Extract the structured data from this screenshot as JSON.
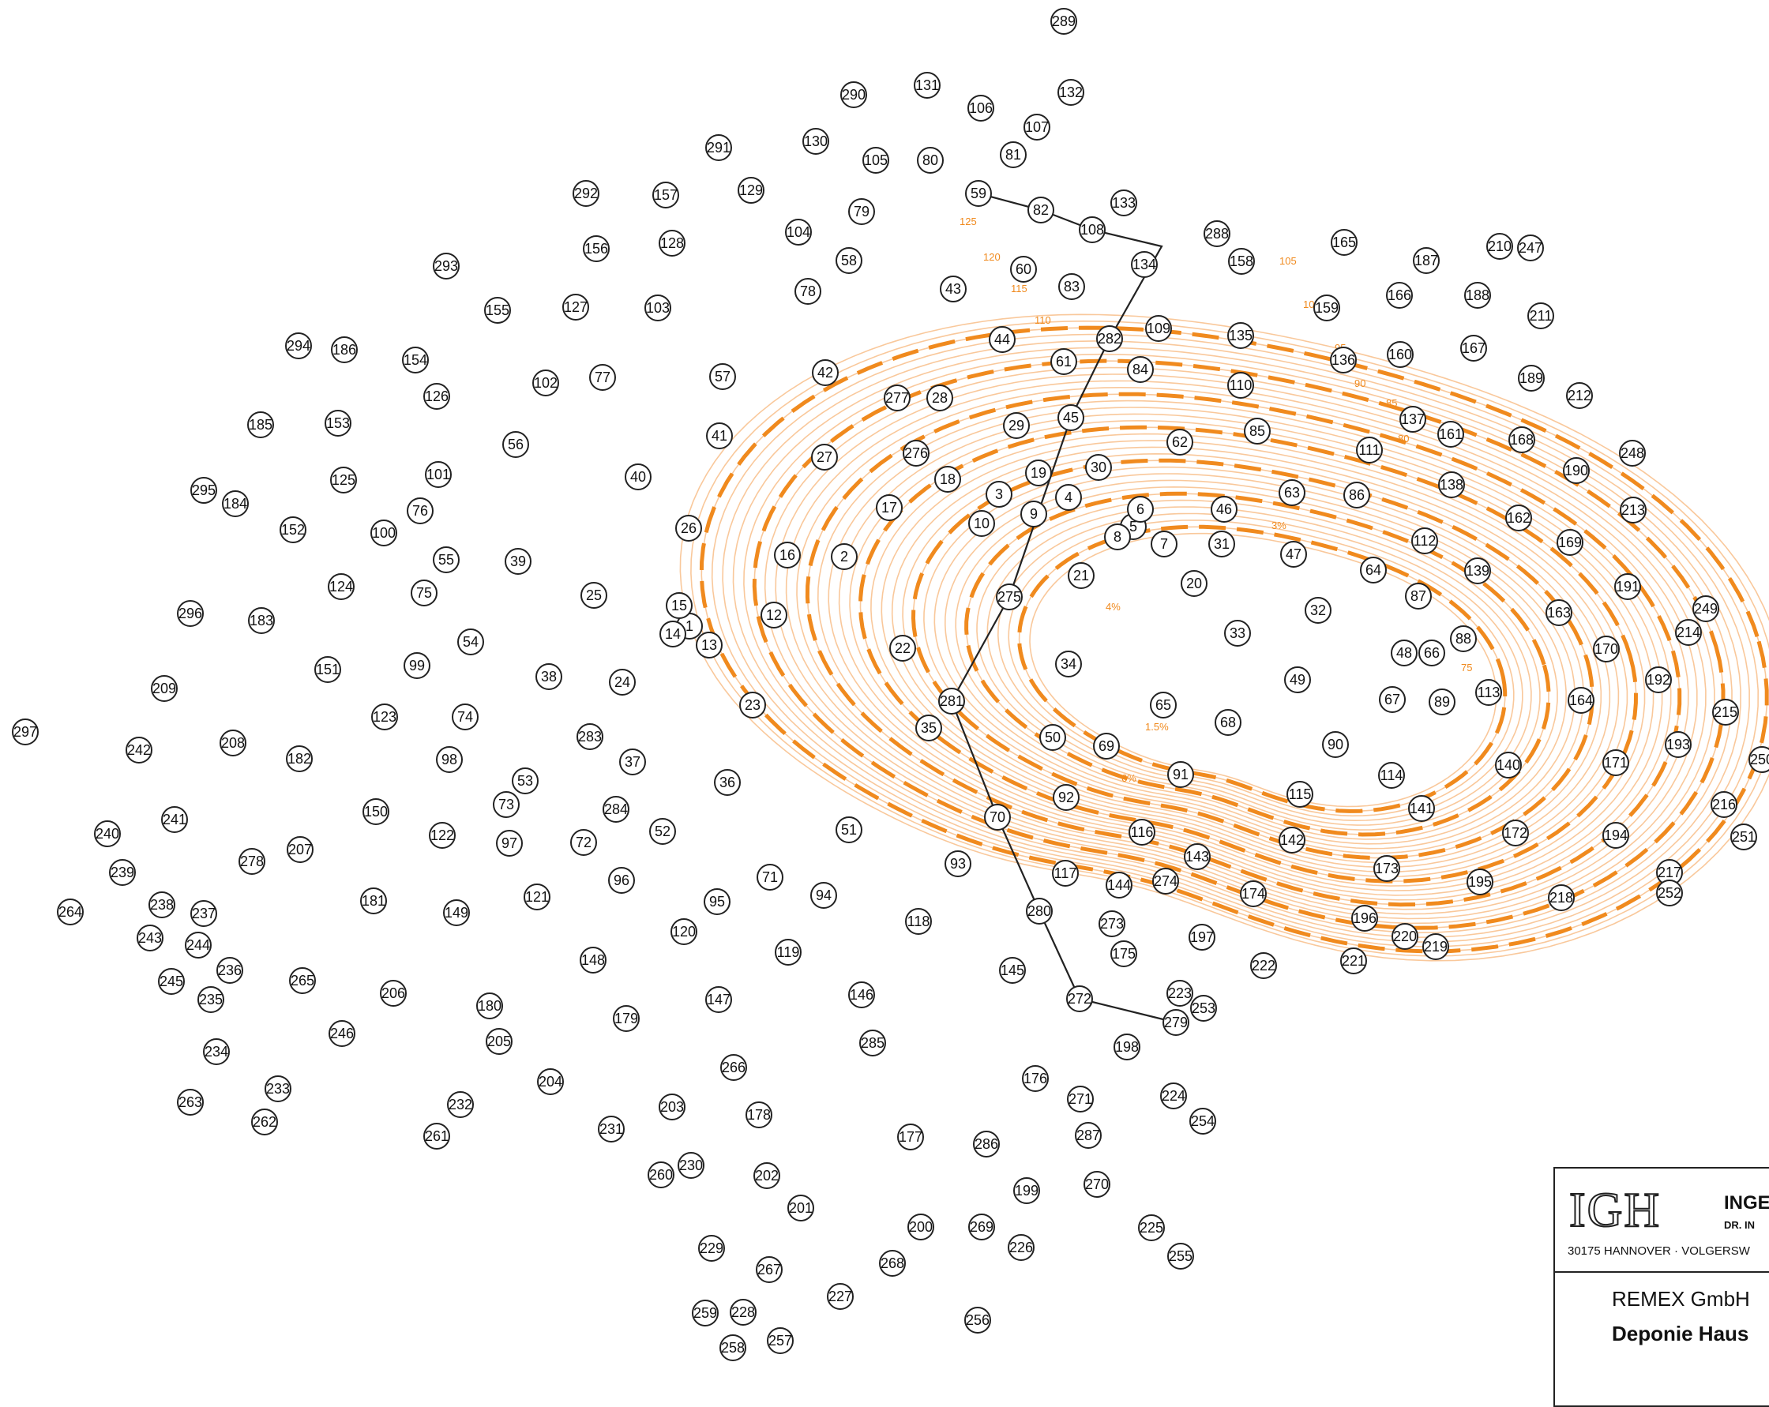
{
  "map": {
    "point_labels": [
      "1",
      "2",
      "3",
      "4",
      "5",
      "6",
      "7",
      "8",
      "9",
      "10",
      "12",
      "13",
      "14",
      "15",
      "16",
      "17",
      "18",
      "19",
      "20",
      "21",
      "22",
      "23",
      "24",
      "25",
      "26",
      "27",
      "28",
      "29",
      "30",
      "31",
      "32",
      "33",
      "34",
      "35",
      "36",
      "37",
      "38",
      "39",
      "40",
      "41",
      "42",
      "43",
      "44",
      "45",
      "46",
      "47",
      "48",
      "49",
      "50",
      "51",
      "52",
      "53",
      "54",
      "55",
      "56",
      "57",
      "58",
      "59",
      "60",
      "61",
      "62",
      "63",
      "64",
      "65",
      "66",
      "67",
      "68",
      "69",
      "70",
      "71",
      "72",
      "73",
      "74",
      "75",
      "76",
      "77",
      "78",
      "79",
      "80",
      "81",
      "82",
      "83",
      "84",
      "85",
      "86",
      "87",
      "88",
      "89",
      "90",
      "91",
      "92",
      "93",
      "94",
      "95",
      "96",
      "97",
      "98",
      "99",
      "100",
      "101",
      "102",
      "103",
      "104",
      "105",
      "106",
      "107",
      "108",
      "109",
      "110",
      "111",
      "112",
      "113",
      "114",
      "115",
      "116",
      "117",
      "118",
      "119",
      "120",
      "121",
      "122",
      "123",
      "124",
      "125",
      "126",
      "127",
      "128",
      "129",
      "130",
      "131",
      "132",
      "133",
      "134",
      "135",
      "136",
      "137",
      "138",
      "139",
      "140",
      "141",
      "142",
      "143",
      "144",
      "145",
      "146",
      "147",
      "148",
      "149",
      "150",
      "151",
      "152",
      "153",
      "154",
      "155",
      "156",
      "157",
      "158",
      "159",
      "160",
      "161",
      "162",
      "163",
      "164",
      "165",
      "166",
      "167",
      "168",
      "169",
      "170",
      "171",
      "172",
      "173",
      "174",
      "175",
      "176",
      "177",
      "178",
      "179",
      "180",
      "181",
      "182",
      "183",
      "184",
      "185",
      "186",
      "187",
      "188",
      "189",
      "190",
      "191",
      "192",
      "193",
      "194",
      "195",
      "196",
      "197",
      "198",
      "199",
      "200",
      "201",
      "202",
      "203",
      "204",
      "205",
      "206",
      "207",
      "208",
      "209",
      "210",
      "211",
      "212",
      "213",
      "214",
      "215",
      "216",
      "217",
      "218",
      "219",
      "220",
      "221",
      "222",
      "223",
      "224",
      "225",
      "226",
      "227",
      "228",
      "229",
      "230",
      "231",
      "232",
      "233",
      "234",
      "235",
      "236",
      "237",
      "238",
      "239",
      "240",
      "241",
      "242",
      "243",
      "244",
      "245",
      "246",
      "247",
      "248",
      "249",
      "250",
      "251",
      "252",
      "253",
      "254",
      "255",
      "256",
      "257",
      "258",
      "259",
      "260",
      "261",
      "262",
      "263",
      "264",
      "265",
      "266",
      "267",
      "268",
      "269",
      "270",
      "271",
      "272",
      "273",
      "274",
      "275",
      "276",
      "277",
      "278",
      "279",
      "280",
      "281",
      "282",
      "283",
      "284",
      "285",
      "286",
      "287",
      "288",
      "289",
      "290",
      "291",
      "292",
      "293",
      "294",
      "295",
      "296",
      "297"
    ],
    "contour_labels": [
      "125",
      "120",
      "115",
      "110",
      "105",
      "100",
      "95",
      "90",
      "85",
      "80",
      "75",
      "3%",
      "4%",
      "6%",
      "1.5%"
    ],
    "colors": {
      "contour": "#f9c89b",
      "index_contour": "#f08a1e",
      "outline": "#222222"
    }
  },
  "title_block": {
    "logo": "IGH",
    "brand": "INGE",
    "brand_sub": "DR. IN",
    "address": "30175 HANNOVER · VOLGERSW",
    "client": "REMEX GmbH",
    "project": "Deponie Haus"
  }
}
